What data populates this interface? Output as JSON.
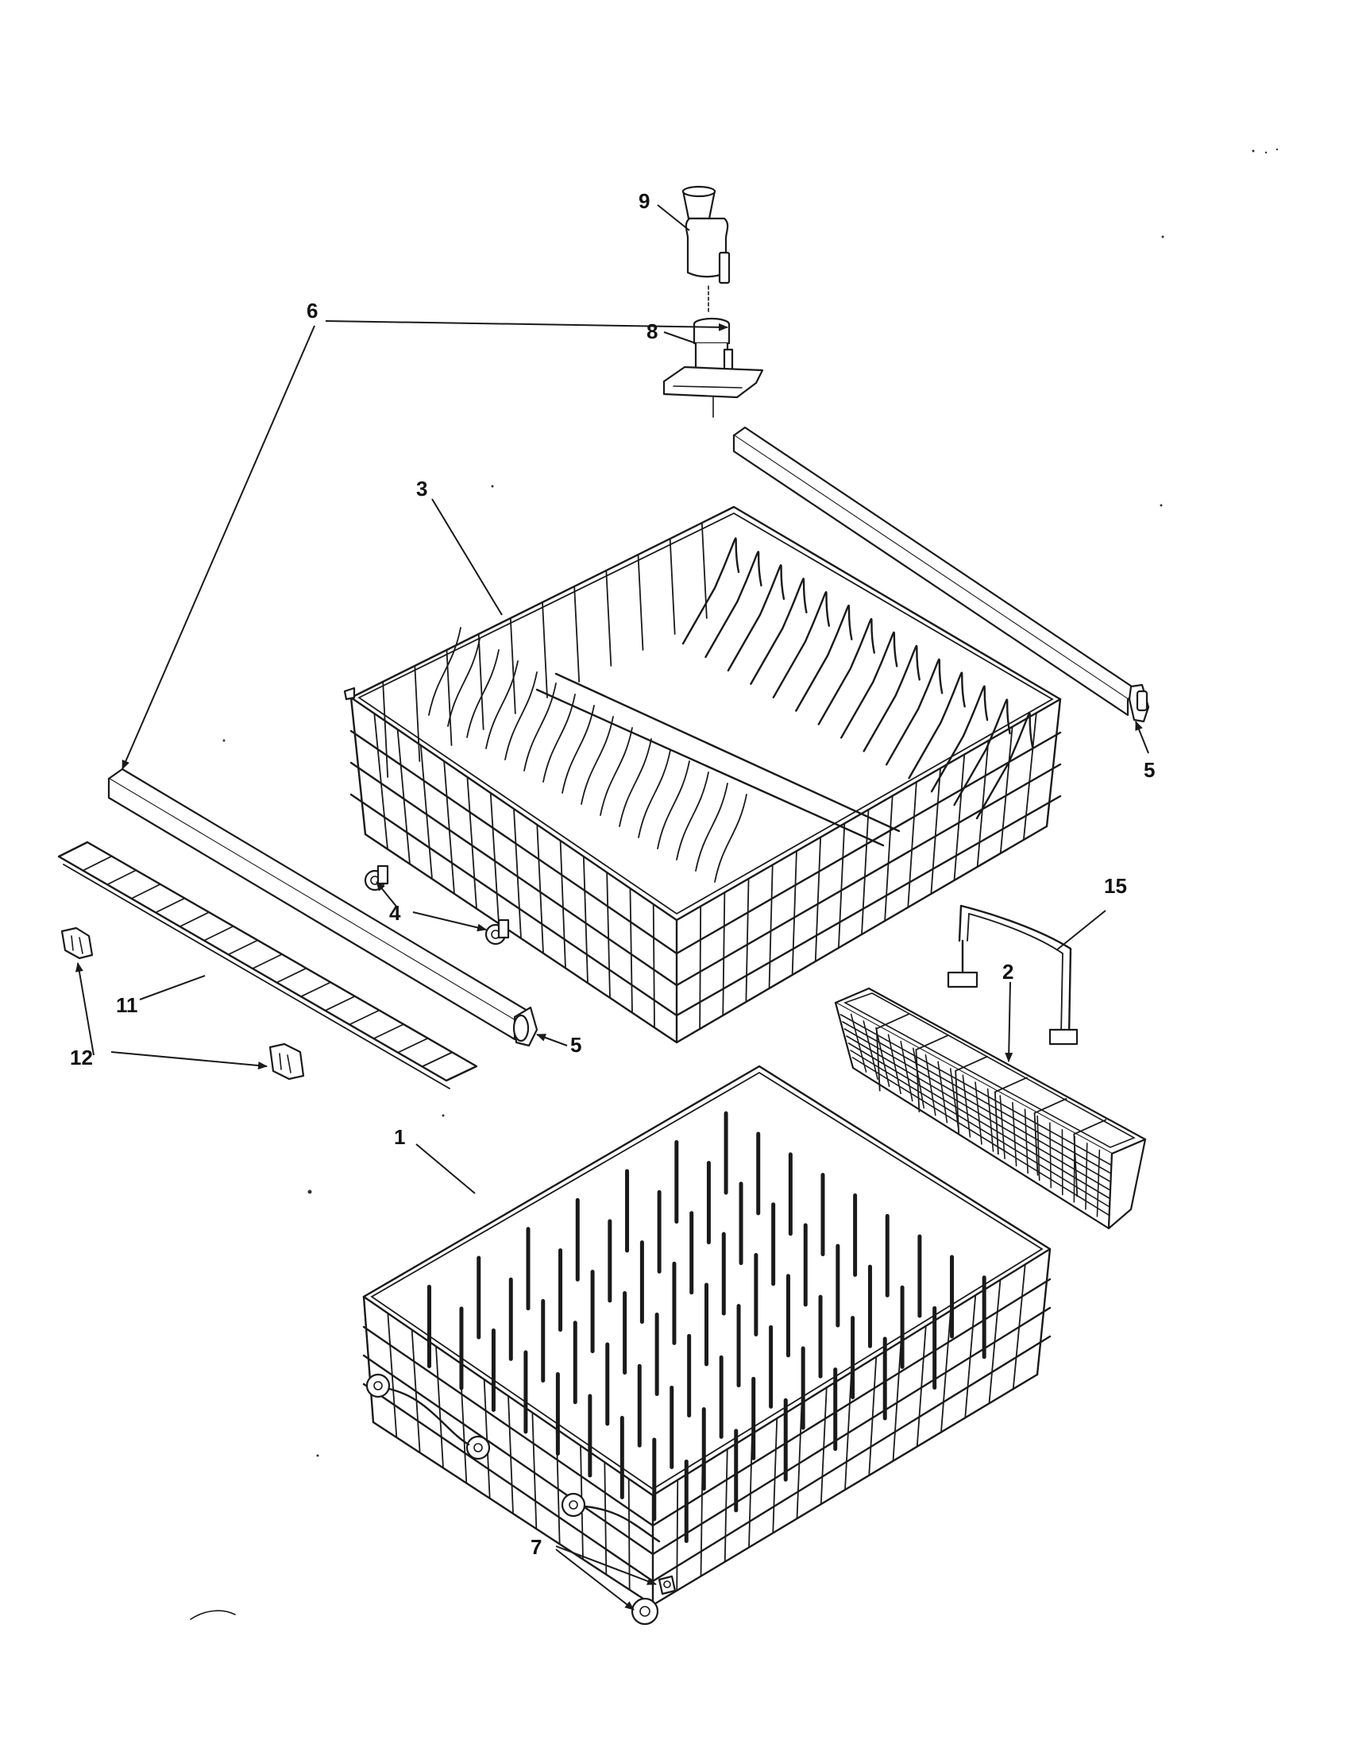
{
  "callouts": [
    {
      "id": "9",
      "text": "9"
    },
    {
      "id": "8",
      "text": "8"
    },
    {
      "id": "6",
      "text": "6"
    },
    {
      "id": "3",
      "text": "3"
    },
    {
      "id": "5a",
      "text": "5"
    },
    {
      "id": "4",
      "text": "4"
    },
    {
      "id": "15",
      "text": "15"
    },
    {
      "id": "2",
      "text": "2"
    },
    {
      "id": "11",
      "text": "11"
    },
    {
      "id": "5b",
      "text": "5"
    },
    {
      "id": "12",
      "text": "12"
    },
    {
      "id": "1",
      "text": "1"
    },
    {
      "id": "7",
      "text": "7"
    }
  ]
}
